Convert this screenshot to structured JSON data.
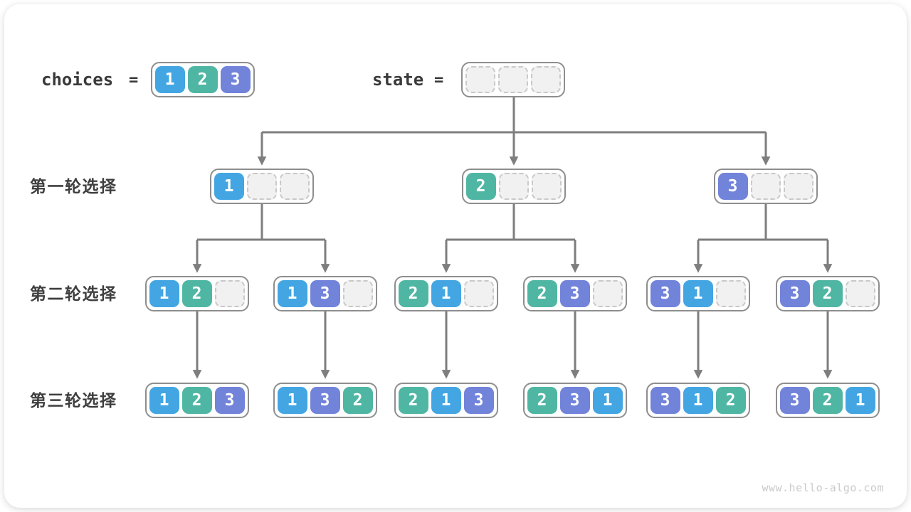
{
  "meta": {
    "watermark": "www.hello-algo.com"
  },
  "colors": {
    "1": "#43a6e3",
    "2": "#50b6a4",
    "3": "#7283da",
    "empty_fill": "#f1f1f1",
    "empty_border": "#c9c9c9",
    "node_border": "#8e8e8e",
    "arrow": "#7e7e7e",
    "text_dark": "#3a3a3a"
  },
  "header": {
    "choices_label": "choices",
    "choices_equals": "=",
    "choices_values": [
      "1",
      "2",
      "3"
    ],
    "state_label": "state",
    "state_equals": "=",
    "state_values": [
      "",
      "",
      ""
    ]
  },
  "tree": {
    "rows": [
      {
        "label": "第一轮选择",
        "nodes": [
          [
            "1",
            "",
            ""
          ],
          [
            "2",
            "",
            ""
          ],
          [
            "3",
            "",
            ""
          ]
        ]
      },
      {
        "label": "第二轮选择",
        "nodes": [
          [
            "1",
            "2",
            ""
          ],
          [
            "1",
            "3",
            ""
          ],
          [
            "2",
            "1",
            ""
          ],
          [
            "2",
            "3",
            ""
          ],
          [
            "3",
            "1",
            ""
          ],
          [
            "3",
            "2",
            ""
          ]
        ]
      },
      {
        "label": "第三轮选择",
        "nodes": [
          [
            "1",
            "2",
            "3"
          ],
          [
            "1",
            "3",
            "2"
          ],
          [
            "2",
            "1",
            "3"
          ],
          [
            "2",
            "3",
            "1"
          ],
          [
            "3",
            "1",
            "2"
          ],
          [
            "3",
            "2",
            "1"
          ]
        ]
      }
    ]
  }
}
